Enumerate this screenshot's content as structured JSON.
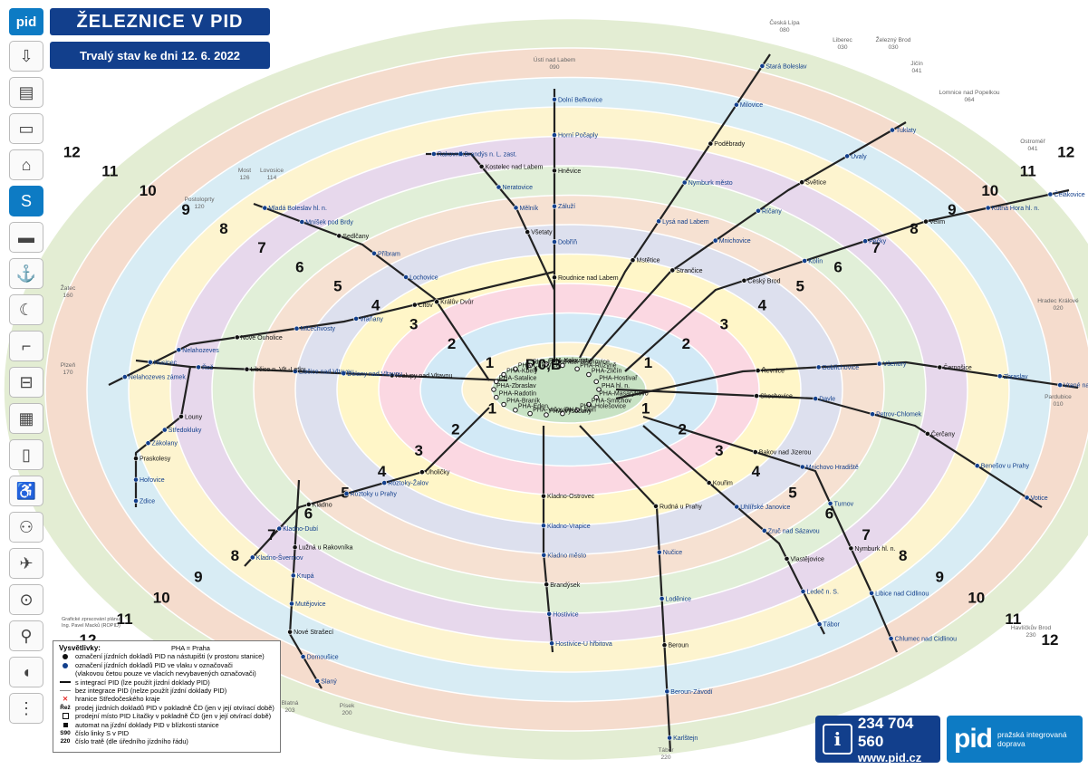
{
  "header": {
    "title": "ŽELEZNICE V PID",
    "subtitle": "Trvalý stav ke dni 12. 6. 2022"
  },
  "sidebar": {
    "logo": "pid",
    "icons": [
      {
        "name": "tram-icon",
        "glyph": "⇩",
        "active": false
      },
      {
        "name": "train-car-icon",
        "glyph": "▤",
        "active": false
      },
      {
        "name": "bus-icon",
        "glyph": "▭",
        "active": false
      },
      {
        "name": "trolleybus-icon",
        "glyph": "⌂",
        "active": false
      },
      {
        "name": "suburban-rail-icon",
        "glyph": "S",
        "active": true
      },
      {
        "name": "train-icon",
        "glyph": "▬",
        "active": false
      },
      {
        "name": "ferry-icon",
        "glyph": "⚓",
        "active": false
      },
      {
        "name": "night-icon",
        "glyph": "☾",
        "active": false
      },
      {
        "name": "stairs-icon",
        "glyph": "⌐",
        "active": false
      },
      {
        "name": "ticket-machine-icon",
        "glyph": "⊟",
        "active": false
      },
      {
        "name": "map-grid-icon",
        "glyph": "▦",
        "active": false
      },
      {
        "name": "phone-icon",
        "glyph": "▯",
        "active": false
      },
      {
        "name": "wheelchair-icon",
        "glyph": "♿",
        "active": false
      },
      {
        "name": "family-icon",
        "glyph": "⚇",
        "active": false
      },
      {
        "name": "airport-icon",
        "glyph": "✈",
        "active": false
      },
      {
        "name": "stroller-icon",
        "glyph": "⊙",
        "active": false
      },
      {
        "name": "bicycle-icon",
        "glyph": "⚲",
        "active": false
      },
      {
        "name": "dog-icon",
        "glyph": "◖",
        "active": false
      },
      {
        "name": "footprints-icon",
        "glyph": "⋮",
        "active": false
      }
    ]
  },
  "zones": {
    "center": "P,0,B",
    "rings": [
      "1",
      "2",
      "3",
      "4",
      "5",
      "6",
      "7",
      "8",
      "9",
      "10",
      "11",
      "12"
    ]
  },
  "colors": {
    "ring_fills": [
      "#fdf2d0",
      "#d2e9f6",
      "#fbd8e2",
      "#fff6c8",
      "#dde0ee",
      "#f6e1d2",
      "#e1efd8",
      "#e7d8ec",
      "#fdf4cf",
      "#d8ecf4",
      "#f5dccd",
      "#e3edd3"
    ],
    "center_fill": "#c8e2c4",
    "line": "#222222",
    "station_blue": "#123f8c",
    "border_red": "#e52a27",
    "brand_blue": "#0d7bc4",
    "dark_blue": "#123f8c"
  },
  "stations": [
    "Roudnice nad Labem",
    "Dobříň",
    "Záluží",
    "Hněvice",
    "Horní Počaply",
    "Dolní Beřkovice",
    "Citov",
    "Vraňany",
    "Mlčechvosty",
    "Nové Ouholice",
    "Nelahozeves",
    "Nelahozeves zámek",
    "Kralupy nad Vltavou",
    "Dolany nad Vltavou",
    "Libčice nad Vltavou",
    "Libčice n. Vlt.-Letky",
    "Řež",
    "Husinec",
    "Úholičky",
    "Roztoky-Žalov",
    "Roztoky u Prahy",
    "Kladno",
    "Kladno-Dubí",
    "Kladno-Švermov",
    "Kladno-Ostrovec",
    "Kladno-Vrapice",
    "Kladno město",
    "Brandýsek",
    "Hostivice",
    "Hostivice-U hřbitova",
    "Rudná u Prahy",
    "Nučice",
    "Loděnice",
    "Beroun",
    "Beroun-Závodí",
    "Karlštejn",
    "Řevnice",
    "Dobřichovice",
    "Všenory",
    "Černošice",
    "Zbraslav",
    "Vrané nad Vltavou",
    "Skochovice",
    "Davle",
    "Petrov-Chlomek",
    "Čerčany",
    "Benešov u Prahy",
    "Votice",
    "Strančice",
    "Mnichovice",
    "Říčany",
    "Světice",
    "Úvaly",
    "Tuklaty",
    "Český Brod",
    "Kolín",
    "Pečky",
    "Velim",
    "Kutná Hora hl. n.",
    "Čelákovice",
    "Mstětice",
    "Lysá nad Labem",
    "Nymburk město",
    "Poděbrady",
    "Milovice",
    "Stará Boleslav",
    "Všetaty",
    "Mělník",
    "Neratovice",
    "Kostelec nad Labem",
    "Brandýs n. L. zast.",
    "Rakovník",
    "Lužná u Rakovníka",
    "Krupá",
    "Mutějovice",
    "Nové Strašecí",
    "Domoušice",
    "Slaný",
    "Louny",
    "Středokluky",
    "Zákolany",
    "Praskolesy",
    "Hořovice",
    "Zdice",
    "Králův Dvůr",
    "Lochovice",
    "Příbram",
    "Sedlčany",
    "Mníšek pod Brdy",
    "Mladá Boleslav hl. n.",
    "Bakov nad Jizerou",
    "Mnichovo Hradiště",
    "Turnov",
    "Nymburk hl. n.",
    "Libice nad Cidlinou",
    "Chlumec nad Cidlinou",
    "Kouřim",
    "Uhlířské Janovice",
    "Zruč nad Sázavou",
    "Vlastějovice",
    "Ledeč n. S.",
    "Tábor"
  ],
  "praha_stations": [
    "PHA hl. n.",
    "PHA-Masarykovo",
    "PHA-Smíchov",
    "PHA-Holešovice",
    "PHA-Libeň",
    "PHA-Vysočany",
    "PHA-Vršovice",
    "PHA-Eden",
    "PHA-Braník",
    "PHA-Radotín",
    "PHA-Zbraslav",
    "PHA-Satalice",
    "PHA-Kbely",
    "PHA-Čakovice",
    "PHA-Uhříněves",
    "PHA-Kolovraty",
    "PHA-Běchovice",
    "PHA-Ruzyně",
    "PHA-Zličín",
    "PHA-Hostivař"
  ],
  "destinations": [
    {
      "name": "Česká Lípa",
      "line": "080"
    },
    {
      "name": "Liberec",
      "line": "030"
    },
    {
      "name": "Železný Brod",
      "line": "030"
    },
    {
      "name": "Jičín",
      "line": "041"
    },
    {
      "name": "Lomnice nad Popelkou",
      "line": "064"
    },
    {
      "name": "Ostroměř",
      "line": "041"
    },
    {
      "name": "Hradec Králové",
      "line": "020"
    },
    {
      "name": "Pardubice",
      "line": "010"
    },
    {
      "name": "Havlíčkův Brod",
      "line": "230"
    },
    {
      "name": "Tábor",
      "line": "220"
    },
    {
      "name": "Plzeň",
      "line": "170"
    },
    {
      "name": "Blatná",
      "line": "203"
    },
    {
      "name": "Písek",
      "line": "200"
    },
    {
      "name": "Žatec",
      "line": "160"
    },
    {
      "name": "Most",
      "line": "126"
    },
    {
      "name": "Postoloprty",
      "line": "120"
    },
    {
      "name": "Lovosice",
      "line": "114"
    },
    {
      "name": "Ústí nad Labem",
      "line": "090"
    }
  ],
  "legend": {
    "title": "Vysvětlivky:",
    "praha_note": "PHA = Praha",
    "rows": [
      {
        "sym": "dot-black",
        "text": "označení jízdních dokladů PID na nástupišti (v prostoru stanice)"
      },
      {
        "sym": "dot-blue",
        "text": "označení jízdních dokladů PID ve vlaku v označovači"
      },
      {
        "sym": "none",
        "text": "(vlakovou četou pouze ve vlacích nevybavených označovači)"
      },
      {
        "sym": "line-black",
        "text": "s integrací PID (lze použít jízdní doklady PID)"
      },
      {
        "sym": "line-thin",
        "text": "bez integrace PID (nelze použít jízdní doklady PID)"
      },
      {
        "sym": "border-red",
        "text": "hranice Středočeského kraje"
      },
      {
        "sym": "Řež",
        "text": "prodej jízdních dokladů PID v pokladně ČD (jen v její otvírací době)"
      },
      {
        "sym": "sq",
        "text": "prodejní místo PID Lítačky v pokladně ČD (jen v její otvírací době)"
      },
      {
        "sym": "sq2",
        "text": "automat na jízdní doklady PID v blízkosti stanice"
      },
      {
        "sym": "S90",
        "text": "číslo linky S v PID"
      },
      {
        "sym": "220",
        "text": "číslo tratě (dle úředního jízdního řádu)"
      }
    ]
  },
  "credit": {
    "line1": "Grafické zpracování plánu:",
    "line2": "Ing. Pavel Macků (ROPID)"
  },
  "footer": {
    "phone": "234 704 560",
    "web": "www.pid.cz",
    "brand": "pid",
    "brand_line1": "pražská integrovaná",
    "brand_line2": "doprava"
  }
}
